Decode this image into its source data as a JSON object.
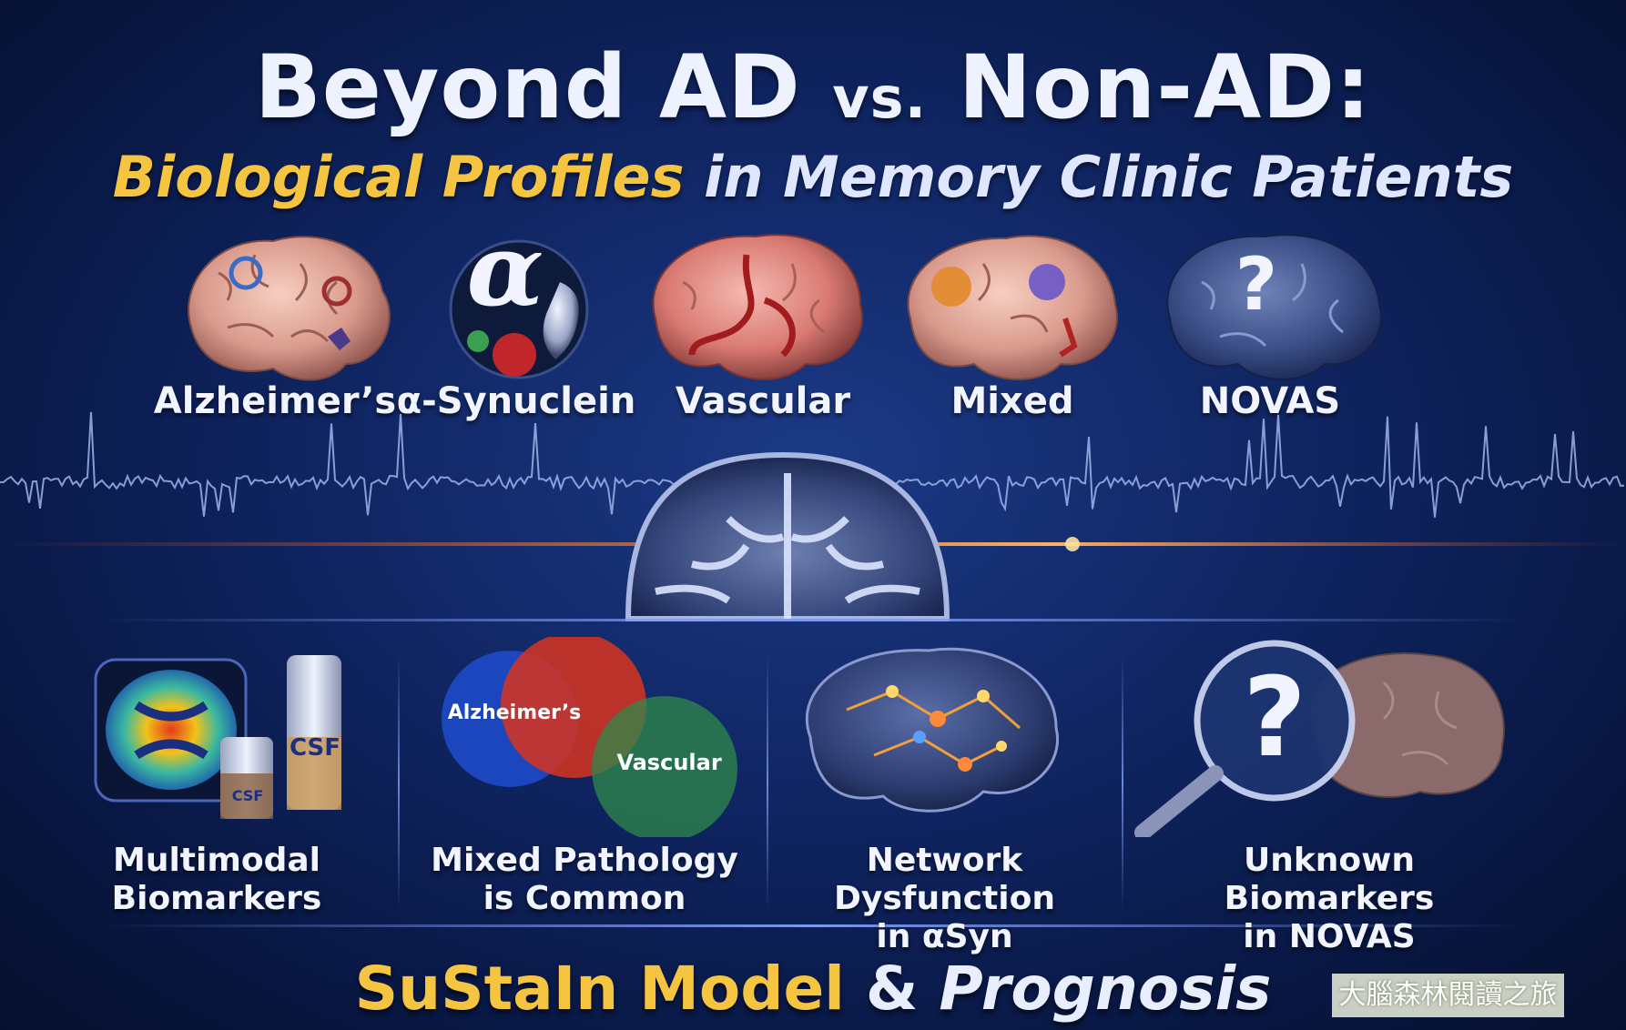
{
  "title": {
    "main_left": "Beyond AD",
    "vs": "vs.",
    "main_right": "Non-AD:"
  },
  "subtitle": {
    "highlight": "Biological Profiles",
    "rest": " in Memory Clinic Patients"
  },
  "profiles": [
    {
      "label": "Alzheimer’s",
      "icon": "brain-alzheimers-icon"
    },
    {
      "label": "α-Synuclein",
      "icon": "alpha-synuclein-icon",
      "glyph": "α"
    },
    {
      "label": "Vascular",
      "icon": "brain-vascular-icon"
    },
    {
      "label": "Mixed",
      "icon": "brain-mixed-icon"
    },
    {
      "label": "NOVAS",
      "icon": "brain-novas-icon",
      "glyph": "?"
    }
  ],
  "findings": [
    {
      "line1": "Multimodal",
      "line2": "Biomarkers",
      "icon": "pet-scan-csf-icon",
      "vial_big": "CSF",
      "vial_small": "CSF"
    },
    {
      "line1": "Mixed Pathology",
      "line2": "is Common",
      "icon": "venn-diagram-icon",
      "venn_left": "Alzheimer’s",
      "venn_right": "Vascular"
    },
    {
      "line1": "Network Dysfunction",
      "line2": "in αSyn",
      "icon": "brain-network-icon"
    },
    {
      "line1": "Unknown Biomarkers",
      "line2": "in NOVAS",
      "icon": "magnifier-question-icon",
      "glyph": "?"
    }
  ],
  "footer": {
    "model": "SuStaIn Model",
    "amp": "&",
    "prognosis": "Prognosis"
  },
  "watermark": "大腦森林閱讀之旅",
  "colors": {
    "accent_gold": "#f5c542",
    "background": "#0f2460",
    "text": "#eef2ff"
  }
}
